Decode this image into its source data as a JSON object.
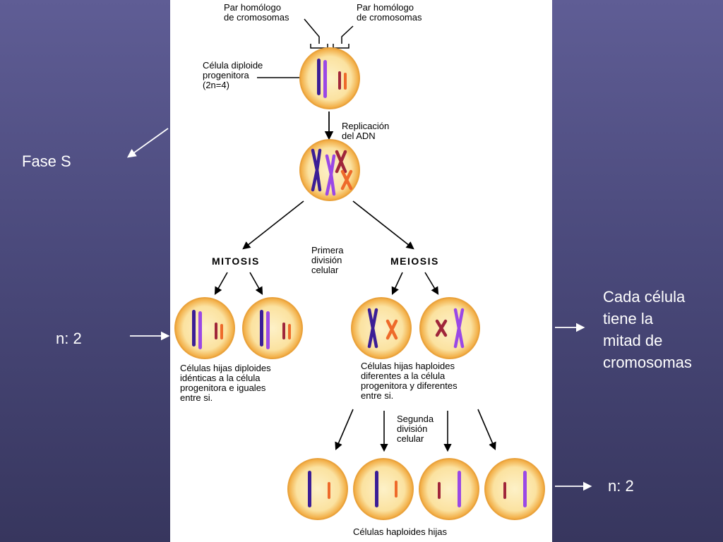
{
  "slide": {
    "fase_s": "Fase S",
    "n_label_left": "n: 2",
    "cada_celula": "Cada célula\ntiene la\nmitad de\ncromosomas",
    "n_label_right": "n: 2"
  },
  "diagram": {
    "par_homologo_1": "Par homólogo\nde cromosomas",
    "par_homologo_2": "Par homólogo\nde cromosomas",
    "celula_diploide": "Célula diploide\nprogenitora\n(2n=4)",
    "replicacion": "Replicación\ndel ADN",
    "mitosis": "MITOSIS",
    "meiosis": "MEIOSIS",
    "primera_division": "Primera\ndivisión\ncelular",
    "hijas_diploides": "Células hijas diploides\nidénticas a la célula\nprogenitora e iguales\nentre si.",
    "hijas_haploides": "Células hijas haploides\ndiferentes a la célula\nprogenitora y diferentes\nentre si.",
    "segunda_division": "Segunda\ndivisión\ncelular",
    "haploides_hijas": "Células haploides hijas"
  },
  "colors": {
    "background_top": "#5f5d95",
    "background_bottom": "#37365e",
    "cell_fill": "#fbe7a6",
    "cell_edge": "#f1a73a",
    "dark_purple": "#3b1e96",
    "light_purple": "#9a48e6",
    "dark_red": "#a0263a",
    "orange": "#ee6a2a"
  }
}
